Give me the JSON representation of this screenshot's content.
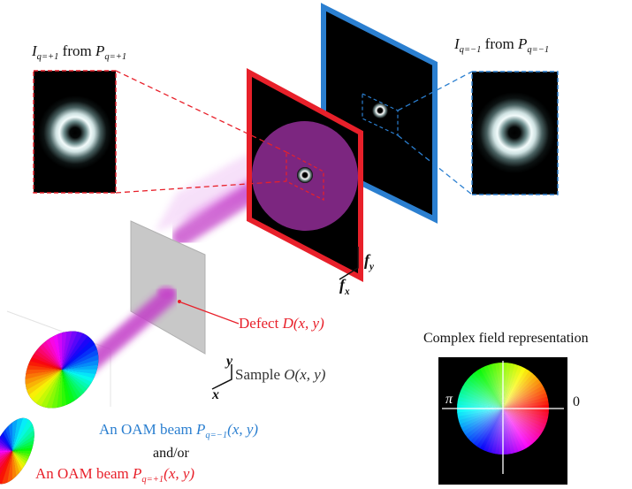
{
  "labels": {
    "i_plus": {
      "main": "I",
      "sub": "q=+1",
      "text": " from ",
      "p": "P",
      "p_sub": "q=+1"
    },
    "i_minus": {
      "main": "I",
      "sub": "q=−1",
      "text": " from ",
      "p": "P",
      "p_sub": "q=−1"
    },
    "defect": {
      "text": "Defect ",
      "expr": "D(x, y)"
    },
    "sample": {
      "text": "Sample ",
      "expr": "O(x, y)"
    },
    "fourier_axes": {
      "fx_main": "f",
      "fx_sub": "x",
      "fy_main": "f",
      "fy_sub": "y"
    },
    "sample_axes": {
      "x": "x",
      "y": "y"
    },
    "beam_minus": {
      "text": "An OAM beam ",
      "p": "P",
      "p_sub": "q=−1",
      "arg": "(x, y)"
    },
    "and_or": "and/or",
    "beam_plus": {
      "text": "An OAM beam ",
      "p": "P",
      "p_sub": "q=+1",
      "arg": "(x, y)"
    },
    "complex_title": "Complex field representation",
    "phase_pi": "π",
    "phase_zero": "0"
  },
  "colors": {
    "red": "#e8202a",
    "blue": "#2b7fd0",
    "magenta": "#c040c8",
    "black": "#000000"
  }
}
